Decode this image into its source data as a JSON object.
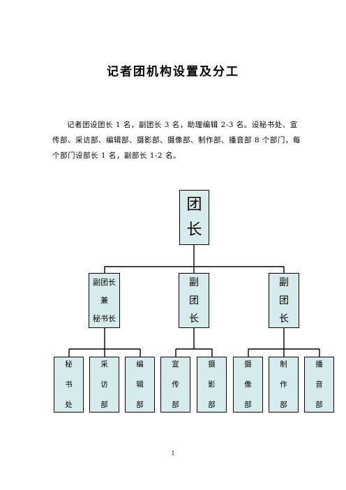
{
  "title": "记者团机构设置及分工",
  "paragraph": "记者团设团长 1 名，副团长 3 名，助理编辑 2-3 名。设秘书处、宣传部、采访部、编辑部、摄影部、摄像部、制作部、播音部 8 个部门，每个部门设部长 1 名，副部长 1-2 名。",
  "org_chart": {
    "root": [
      "团",
      "长"
    ],
    "deputies": [
      {
        "lines": [
          "副团长",
          "兼",
          "秘书长"
        ]
      },
      {
        "lines": [
          "副",
          "团",
          "长"
        ]
      },
      {
        "lines": [
          "副",
          "团",
          "长"
        ]
      }
    ],
    "departments": [
      [
        "秘",
        "书",
        "处"
      ],
      [
        "采",
        "访",
        "部"
      ],
      [
        "编",
        "辑",
        "部"
      ],
      [
        "宣",
        "传",
        "部"
      ],
      [
        "摄",
        "影",
        "部"
      ],
      [
        "摄",
        "像",
        "部"
      ],
      [
        "制",
        "作",
        "部"
      ],
      [
        "播",
        "音",
        "部"
      ]
    ]
  },
  "page_number": "1"
}
